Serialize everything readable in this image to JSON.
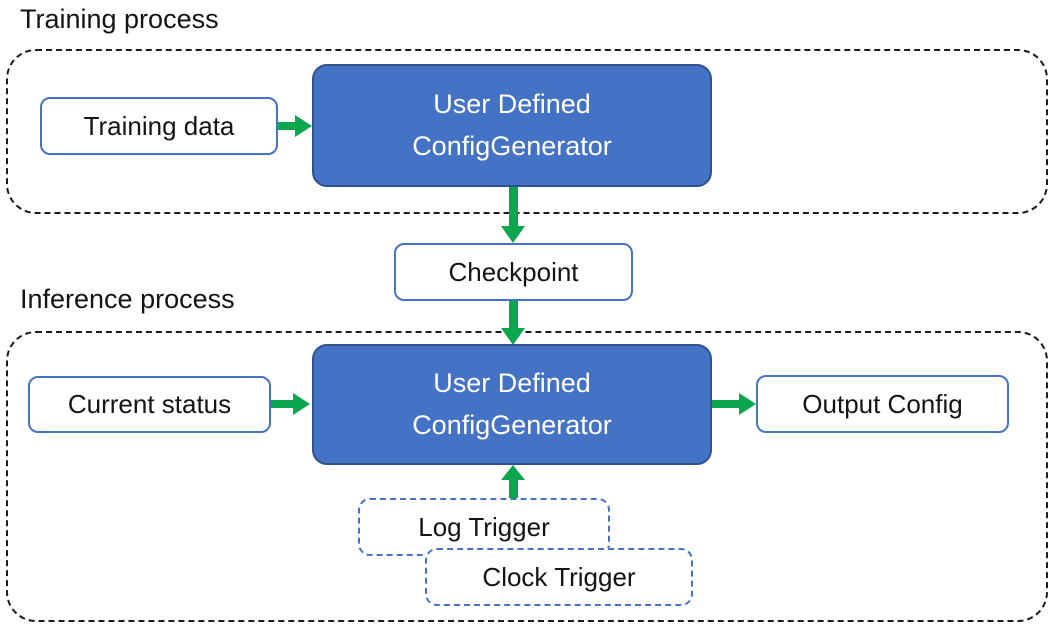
{
  "sections": {
    "training": {
      "label": "Training process"
    },
    "inference": {
      "label": "Inference process"
    }
  },
  "nodes": {
    "training_data": {
      "label": "Training data"
    },
    "training_generator": {
      "lines": [
        "User Defined",
        "ConfigGenerator"
      ]
    },
    "checkpoint": {
      "label": "Checkpoint"
    },
    "current_status": {
      "label": "Current status"
    },
    "inference_generator": {
      "lines": [
        "User Defined",
        "ConfigGenerator"
      ]
    },
    "output_config": {
      "label": "Output Config"
    },
    "log_trigger": {
      "label": "Log Trigger"
    },
    "clock_trigger": {
      "label": "Clock Trigger"
    }
  },
  "edges": [
    {
      "from": "training_data",
      "to": "training_generator",
      "direction": "right"
    },
    {
      "from": "training_generator",
      "to": "checkpoint",
      "direction": "down"
    },
    {
      "from": "checkpoint",
      "to": "inference_generator",
      "direction": "down"
    },
    {
      "from": "current_status",
      "to": "inference_generator",
      "direction": "right"
    },
    {
      "from": "inference_generator",
      "to": "output_config",
      "direction": "right"
    },
    {
      "from": "log_trigger",
      "to": "inference_generator",
      "direction": "up"
    }
  ],
  "colors": {
    "node_fill": "#4472C4",
    "node_border": "#2F528F",
    "io_border": "#4472C4",
    "trigger_border": "#4472C4",
    "arrow_green": "#0CA64F",
    "container_border": "#1C1C1C",
    "text_dark": "#141414",
    "text_light": "#FFFFFF",
    "background": "#FFFFFF"
  }
}
